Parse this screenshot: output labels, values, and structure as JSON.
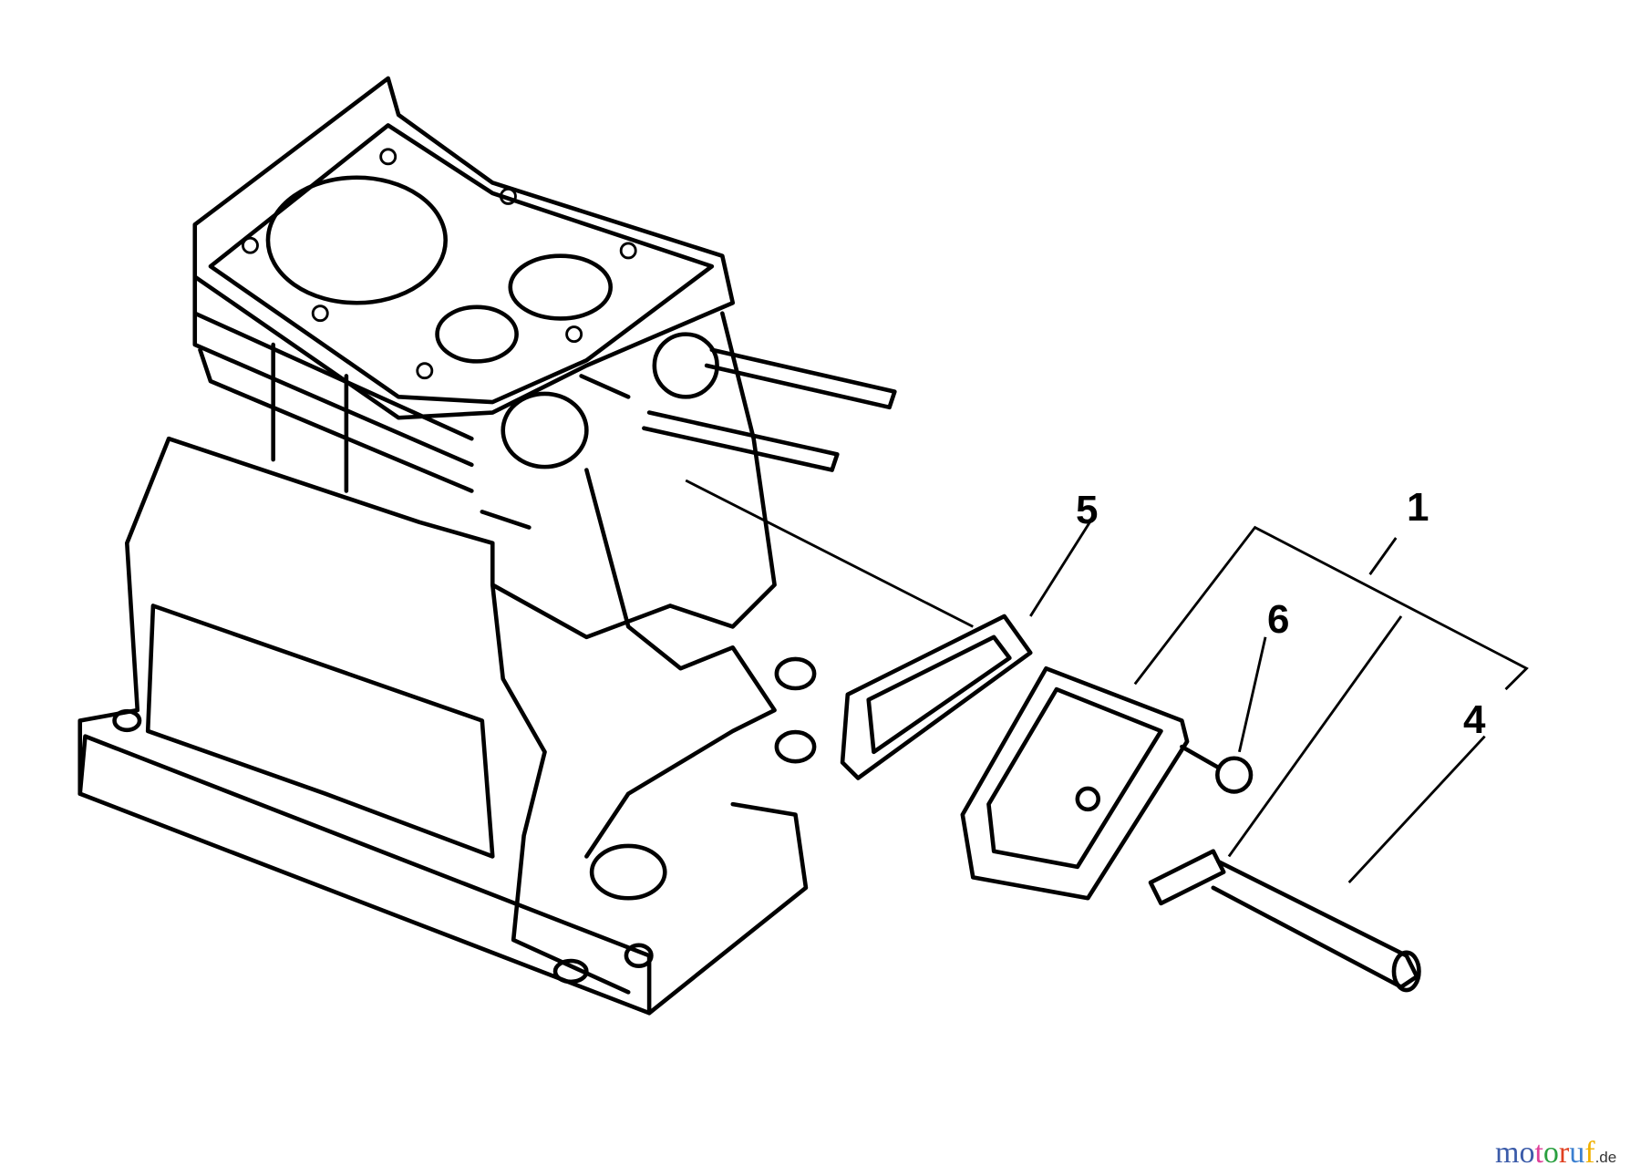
{
  "diagram": {
    "callouts": [
      {
        "id": "5",
        "label": "5"
      },
      {
        "id": "1",
        "label": "1"
      },
      {
        "id": "6",
        "label": "6"
      },
      {
        "id": "4",
        "label": "4"
      }
    ]
  },
  "watermark": {
    "text": "motoruf.de",
    "letters": [
      "m",
      "o",
      "t",
      "o",
      "r",
      "u",
      "f"
    ],
    "letter_colors": [
      "#3b5ba9",
      "#3b5ba9",
      "#e0409a",
      "#2aa040",
      "#e04020",
      "#3b7fd0",
      "#f0b000"
    ],
    "tld": ".de"
  }
}
